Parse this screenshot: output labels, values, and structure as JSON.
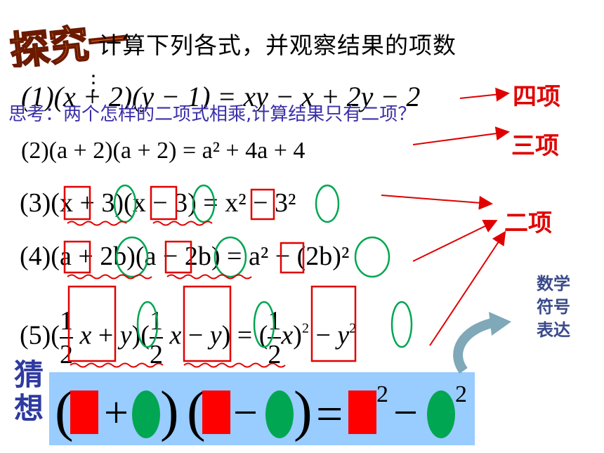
{
  "header": {
    "badge_text": "探究一",
    "title": "计算下列各式，并观察结果的项数"
  },
  "thinking": "思考：两个怎样的二项式相乘,计算结果只有二项？",
  "equations": {
    "eq1": "(1)(x + 2)(y − 1) = xy − x + 2y − 2",
    "eq2": "(2)(a + 2)(a + 2) = a² + 4a + 4",
    "eq3": "(3)(x + 3)(x − 3) = x² − 3²",
    "eq4": "(4)(a + 2b)(a − 2b) = a² − (2b)²",
    "eq5_prefix": "(5)(",
    "eq5_one": "1",
    "eq5_two": "2"
  },
  "labels": {
    "four_terms": "四项",
    "three_terms": "三项",
    "two_terms": "二项"
  },
  "math_symbol_expression": [
    "数学",
    "符号",
    "表达"
  ],
  "guess": {
    "label": "猜想",
    "formula": "(■ + ●)(■ − ●) = ■² − ●²"
  },
  "colors": {
    "label_red": "#e00000",
    "thinking_text": "#3a2fa8",
    "guess_bg": "#99ccff",
    "square_red": "#ff0000",
    "circle_green": "#00a651",
    "arrow_teal": "#7fa8b8"
  }
}
